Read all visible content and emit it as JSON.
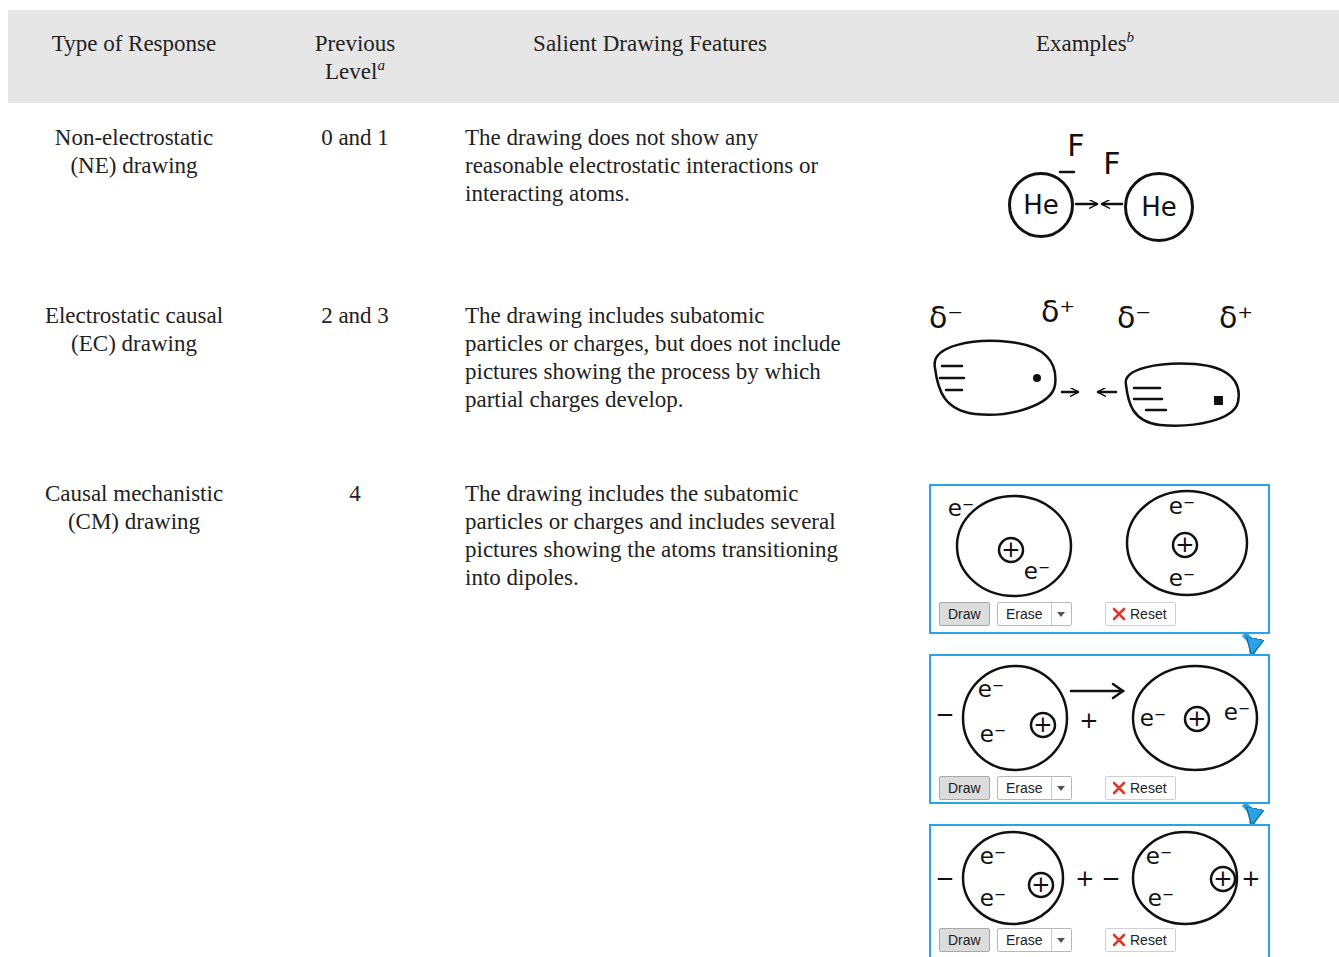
{
  "diagram": {
    "nodes": [
      {
        "text": [
          "He"
        ]
      },
      {
        "text": [
          "He"
        ]
      },
      {
        "text": [
          "e⁻",
          "+",
          "e⁻",
          "e⁻",
          "+",
          "e⁻"
        ]
      },
      {
        "text": [
          "Draw"
        ],
        "in": 2
      },
      {
        "text": [
          "Erase"
        ],
        "in": 2
      },
      {
        "text": [
          "Reset"
        ],
        "in": 2
      },
      {
        "text": [
          "−",
          "e⁻",
          "e⁻",
          "+",
          "+",
          "e⁻",
          "+",
          "e⁻"
        ]
      },
      {
        "text": [
          "Draw"
        ],
        "in": 6
      },
      {
        "text": [
          "Erase"
        ],
        "in": 6
      },
      {
        "text": [
          "Reset"
        ],
        "in": 6
      },
      {
        "text": [
          "−",
          "e⁻",
          "e⁻",
          "+",
          "+",
          "−",
          "e⁻",
          "e⁻",
          "+",
          "+"
        ]
      },
      {
        "text": [
          "Draw"
        ],
        "in": 10
      },
      {
        "text": [
          "Erase"
        ],
        "in": 10
      },
      {
        "text": [
          "Reset"
        ],
        "in": 10
      }
    ],
    "edges": [
      {
        "from": 2,
        "to": 6,
        "arrow": "to"
      },
      {
        "from": 6,
        "to": 10,
        "arrow": "to"
      }
    ],
    "labels": [
      "Type of Response",
      "Previous Level",
      "a",
      "Salient Drawing Features",
      "Examples",
      "b",
      "Non-electrostatic (NE) drawing",
      "0 and 1",
      "The drawing does not show any reasonable electrostatic interactions or interacting atoms.",
      "Electrostatic causal (EC) drawing",
      "2 and 3",
      "The drawing includes subatomic particles or charges, but does not include pictures showing the process by which partial charges develop.",
      "Causal mechanistic (CM) drawing",
      "4",
      "The drawing includes the subatomic particles or charges and includes several pictures showing the atoms transitioning into dipoles.",
      "F",
      "F",
      "δ⁻",
      "δ⁺",
      "δ⁻",
      "δ⁺"
    ]
  }
}
